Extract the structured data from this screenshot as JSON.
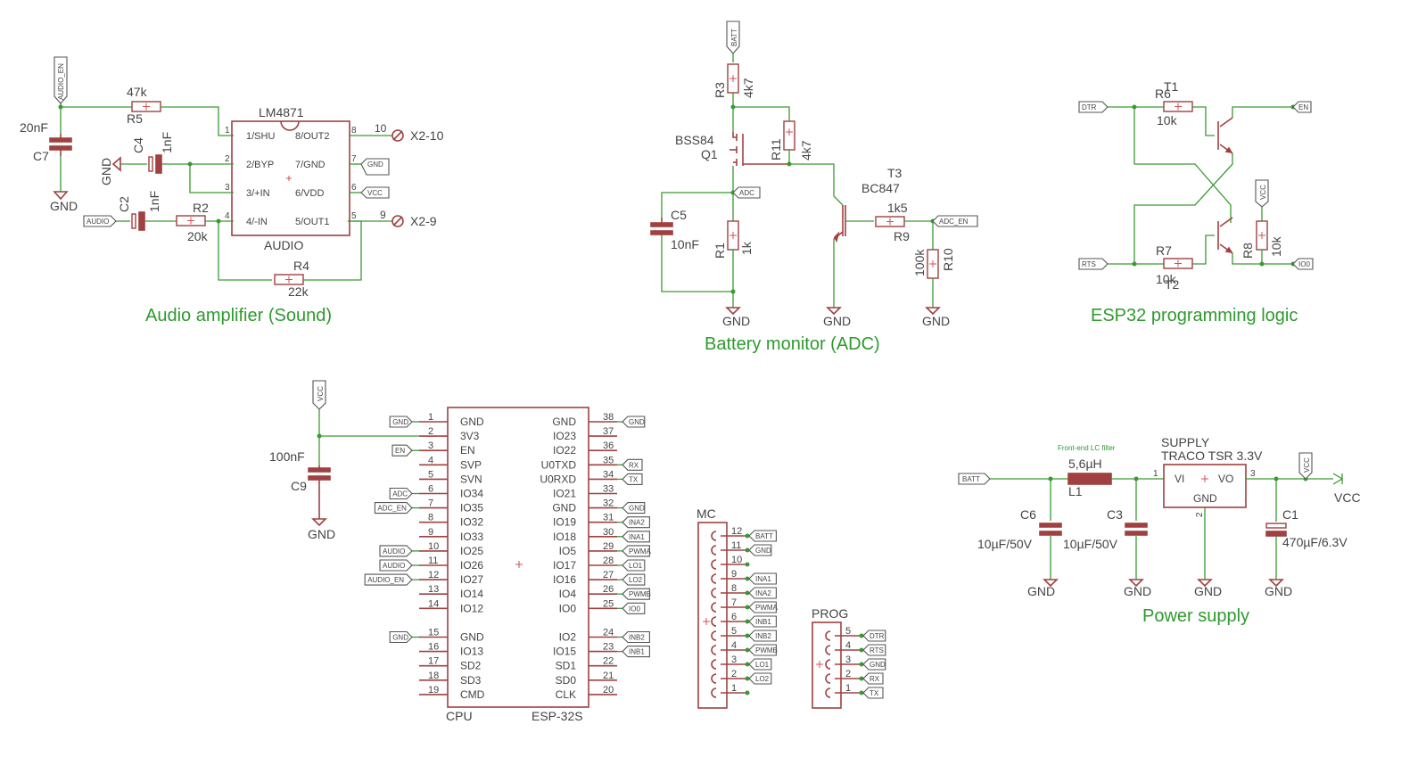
{
  "sections": {
    "audio": "Audio amplifier (Sound)",
    "battery": "Battery monitor (ADC)",
    "prog": "ESP32 programming logic",
    "power": "Power supply"
  },
  "audio": {
    "ic_name": "LM4871",
    "ic_value": "AUDIO",
    "pins_left": [
      "1/SHU",
      "2/BYP",
      "3/+IN",
      "4/-IN"
    ],
    "pins_right": [
      "8/OUT2",
      "7/GND",
      "6/VDD",
      "5/OUT1"
    ],
    "pin_nums_left": [
      "1",
      "2",
      "3",
      "4"
    ],
    "pin_nums_right": [
      "8",
      "7",
      "6",
      "5"
    ],
    "r5": {
      "name": "R5",
      "value": "47k"
    },
    "r2": {
      "name": "R2",
      "value": "20k"
    },
    "r4": {
      "name": "R4",
      "value": "22k"
    },
    "c7": {
      "name": "C7",
      "value": "20nF"
    },
    "c4": {
      "name": "C4",
      "value": "1nF"
    },
    "c2": {
      "name": "C2",
      "value": "1nF"
    },
    "x2_10": {
      "pin": "10",
      "name": "X2-10"
    },
    "x2_9": {
      "pin": "9",
      "name": "X2-9"
    },
    "net_audio_en": "AUDIO_EN",
    "net_audio": "AUDIO",
    "net_gnd": "GND",
    "net_vcc": "VCC",
    "gnd": "GND"
  },
  "battery": {
    "net_batt": "BATT",
    "r3": {
      "name": "R3",
      "value": "4k7"
    },
    "r11": {
      "name": "R11",
      "value": "4k7"
    },
    "q1": {
      "name": "Q1",
      "value": "BSS84"
    },
    "r1": {
      "name": "R1",
      "value": "1k"
    },
    "c5": {
      "name": "C5",
      "value": "10nF"
    },
    "t3": {
      "name": "T3",
      "value": "BC847"
    },
    "r9": {
      "name": "R9",
      "value": "1k5"
    },
    "r10": {
      "name": "R10",
      "value": "100k"
    },
    "net_adc": "ADC",
    "net_adc_en": "ADC_EN",
    "gnd": "GND"
  },
  "prog": {
    "t1": "T1",
    "t2": "T2",
    "r6": {
      "name": "R6",
      "value": "10k"
    },
    "r7": {
      "name": "R7",
      "value": "10k"
    },
    "r8": {
      "name": "R8",
      "value": "10k"
    },
    "net_dtr": "DTR",
    "net_rts": "RTS",
    "net_en": "EN",
    "net_vcc": "VCC",
    "net_io0": "IO0"
  },
  "cpu": {
    "name": "CPU",
    "value": "ESP-32S",
    "net_vcc": "VCC",
    "c9": {
      "name": "C9",
      "value": "100nF"
    },
    "gnd": "GND",
    "left_pins": [
      {
        "num": "1",
        "label": "GND",
        "net": "GND"
      },
      {
        "num": "2",
        "label": "3V3",
        "net": ""
      },
      {
        "num": "3",
        "label": "EN",
        "net": "EN"
      },
      {
        "num": "4",
        "label": "SVP",
        "net": ""
      },
      {
        "num": "5",
        "label": "SVN",
        "net": ""
      },
      {
        "num": "6",
        "label": "IO34",
        "net": "ADC"
      },
      {
        "num": "7",
        "label": "IO35",
        "net": "ADC_EN"
      },
      {
        "num": "8",
        "label": "IO32",
        "net": ""
      },
      {
        "num": "9",
        "label": "IO33",
        "net": ""
      },
      {
        "num": "10",
        "label": "IO25",
        "net": "AUDIO"
      },
      {
        "num": "11",
        "label": "IO26",
        "net": "AUDIO"
      },
      {
        "num": "12",
        "label": "IO27",
        "net": "AUDIO_EN"
      },
      {
        "num": "13",
        "label": "IO14",
        "net": ""
      },
      {
        "num": "14",
        "label": "IO12",
        "net": ""
      },
      {
        "num": "15",
        "label": "GND",
        "net": "GND"
      },
      {
        "num": "16",
        "label": "IO13",
        "net": ""
      },
      {
        "num": "17",
        "label": "SD2",
        "net": ""
      },
      {
        "num": "18",
        "label": "SD3",
        "net": ""
      },
      {
        "num": "19",
        "label": "CMD",
        "net": ""
      }
    ],
    "right_pins": [
      {
        "num": "38",
        "label": "GND",
        "net": "GND"
      },
      {
        "num": "37",
        "label": "IO23",
        "net": ""
      },
      {
        "num": "36",
        "label": "IO22",
        "net": ""
      },
      {
        "num": "35",
        "label": "U0TXD",
        "net": "RX"
      },
      {
        "num": "34",
        "label": "U0RXD",
        "net": "TX"
      },
      {
        "num": "33",
        "label": "IO21",
        "net": ""
      },
      {
        "num": "32",
        "label": "GND",
        "net": "GND"
      },
      {
        "num": "31",
        "label": "IO19",
        "net": "INA2"
      },
      {
        "num": "30",
        "label": "IO18",
        "net": "INA1"
      },
      {
        "num": "29",
        "label": "IO5",
        "net": "PWMA"
      },
      {
        "num": "28",
        "label": "IO17",
        "net": "LO1"
      },
      {
        "num": "27",
        "label": "IO16",
        "net": "LO2"
      },
      {
        "num": "26",
        "label": "IO4",
        "net": "PWMB"
      },
      {
        "num": "25",
        "label": "IO0",
        "net": "IO0"
      },
      {
        "num": "24",
        "label": "IO2",
        "net": "INB2"
      },
      {
        "num": "23",
        "label": "IO15",
        "net": "INB1"
      },
      {
        "num": "22",
        "label": "SD1",
        "net": ""
      },
      {
        "num": "21",
        "label": "SD0",
        "net": ""
      },
      {
        "num": "20",
        "label": "CLK",
        "net": ""
      }
    ]
  },
  "mc": {
    "name": "MC",
    "pins": [
      {
        "num": "12",
        "net": "BATT"
      },
      {
        "num": "11",
        "net": "GND"
      },
      {
        "num": "10",
        "net": ""
      },
      {
        "num": "9",
        "net": "INA1"
      },
      {
        "num": "8",
        "net": "INA2"
      },
      {
        "num": "7",
        "net": "PWMA"
      },
      {
        "num": "6",
        "net": "INB1"
      },
      {
        "num": "5",
        "net": "INB2"
      },
      {
        "num": "4",
        "net": "PWMB"
      },
      {
        "num": "3",
        "net": "LO1"
      },
      {
        "num": "2",
        "net": "LO2"
      },
      {
        "num": "1",
        "net": ""
      }
    ]
  },
  "progconn": {
    "name": "PROG",
    "pins": [
      {
        "num": "5",
        "net": "DTR"
      },
      {
        "num": "4",
        "net": "RTS"
      },
      {
        "num": "3",
        "net": "GND"
      },
      {
        "num": "2",
        "net": "RX"
      },
      {
        "num": "1",
        "net": "TX"
      }
    ]
  },
  "power": {
    "net_batt": "BATT",
    "filter_note": "Front-end LC filter",
    "l1": {
      "name": "L1",
      "value": "5,6µH"
    },
    "supply": {
      "name": "SUPPLY",
      "value": "TRACO TSR 3.3V",
      "vi": "VI",
      "vo": "VO",
      "gnd": "GND",
      "pin1": "1",
      "pin2": "2",
      "pin3": "3"
    },
    "c6": {
      "name": "C6",
      "value": "10µF/50V"
    },
    "c3": {
      "name": "C3",
      "value": "10µF/50V"
    },
    "c1": {
      "name": "C1",
      "value": "470µF/6.3V"
    },
    "net_vcc": "VCC",
    "vcc": "VCC",
    "gnd": "GND"
  }
}
